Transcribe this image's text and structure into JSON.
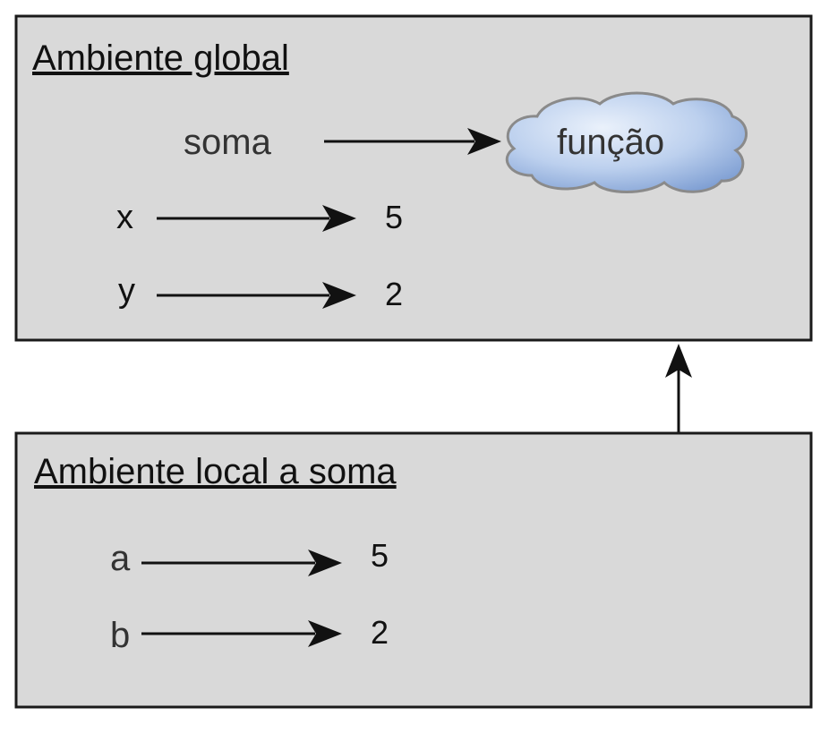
{
  "global_env": {
    "title": "Ambiente global",
    "bindings": [
      {
        "name": "soma",
        "value": "função",
        "value_kind": "cloud"
      },
      {
        "name": "x",
        "value": "5"
      },
      {
        "name": "y",
        "value": "2"
      }
    ]
  },
  "local_env": {
    "title": "Ambiente local a soma",
    "bindings": [
      {
        "name": "a",
        "value": "5"
      },
      {
        "name": "b",
        "value": "2"
      }
    ]
  },
  "colors": {
    "box_fill": "#d9d9d9",
    "box_stroke": "#1a1a1a",
    "cloud_light": "#dce8f7",
    "cloud_dark": "#86a6d6",
    "cloud_outline": "#8a8a8a"
  }
}
